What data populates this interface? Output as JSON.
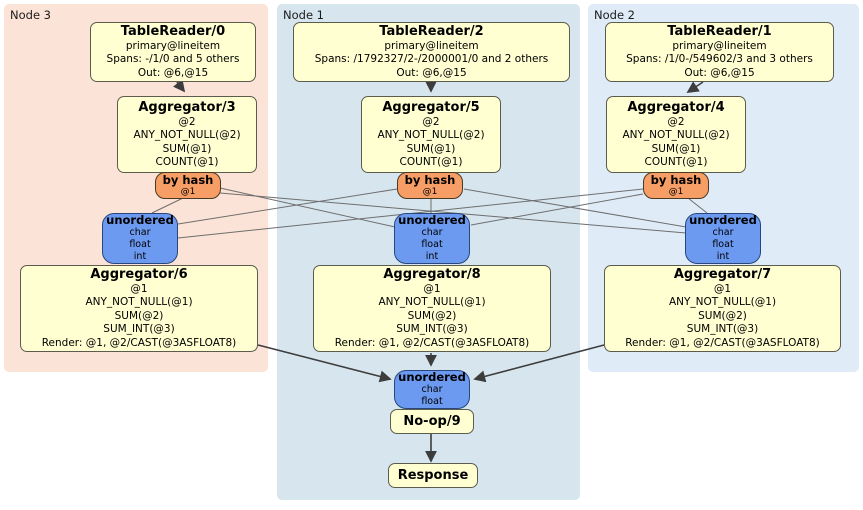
{
  "regions": {
    "n3": {
      "label": "Node 3",
      "color": "#fce3d7"
    },
    "n1": {
      "label": "Node 1",
      "color": "#d7e5ee"
    },
    "n2": {
      "label": "Node 2",
      "color": "#dfecf8"
    }
  },
  "procs": {
    "tr0": {
      "title": "TableReader/0",
      "lines": [
        "primary@lineitem",
        "Spans: -/1/0 and 5 others",
        "Out: @6,@15"
      ]
    },
    "tr2": {
      "title": "TableReader/2",
      "lines": [
        "primary@lineitem",
        "Spans: /1792327/2-/2000001/0 and 2 others",
        "Out: @6,@15"
      ]
    },
    "tr1": {
      "title": "TableReader/1",
      "lines": [
        "primary@lineitem",
        "Spans: /1/0-/549602/3 and 3 others",
        "Out: @6,@15"
      ]
    },
    "agg3": {
      "title": "Aggregator/3",
      "lines": [
        "@2",
        "ANY_NOT_NULL(@2)",
        "SUM(@1)",
        "COUNT(@1)"
      ]
    },
    "agg5": {
      "title": "Aggregator/5",
      "lines": [
        "@2",
        "ANY_NOT_NULL(@2)",
        "SUM(@1)",
        "COUNT(@1)"
      ]
    },
    "agg4": {
      "title": "Aggregator/4",
      "lines": [
        "@2",
        "ANY_NOT_NULL(@2)",
        "SUM(@1)",
        "COUNT(@1)"
      ]
    },
    "agg6": {
      "title": "Aggregator/6",
      "lines": [
        "@1",
        "ANY_NOT_NULL(@1)",
        "SUM(@2)",
        "SUM_INT(@3)",
        "Render: @1, @2/CAST(@3ASFLOAT8)"
      ]
    },
    "agg8": {
      "title": "Aggregator/8",
      "lines": [
        "@1",
        "ANY_NOT_NULL(@1)",
        "SUM(@2)",
        "SUM_INT(@3)",
        "Render: @1, @2/CAST(@3ASFLOAT8)"
      ]
    },
    "agg7": {
      "title": "Aggregator/7",
      "lines": [
        "@1",
        "ANY_NOT_NULL(@1)",
        "SUM(@2)",
        "SUM_INT(@3)",
        "Render: @1, @2/CAST(@3ASFLOAT8)"
      ]
    },
    "noop": {
      "title": "No-op/9"
    },
    "resp": {
      "title": "Response"
    }
  },
  "router": {
    "label": "by hash",
    "tag": "@1"
  },
  "syncs": {
    "full": {
      "label": "unordered",
      "items": [
        "char",
        "float",
        "int"
      ]
    },
    "final": {
      "label": "unordered",
      "items": [
        "char",
        "float"
      ]
    }
  },
  "colors": {
    "processor_fill": "#ffffd2",
    "router_fill": "#f79e66",
    "sync_fill": "#6b9af0",
    "edge": "#3d3d3d",
    "thin_edge": "#6e6e6e"
  }
}
